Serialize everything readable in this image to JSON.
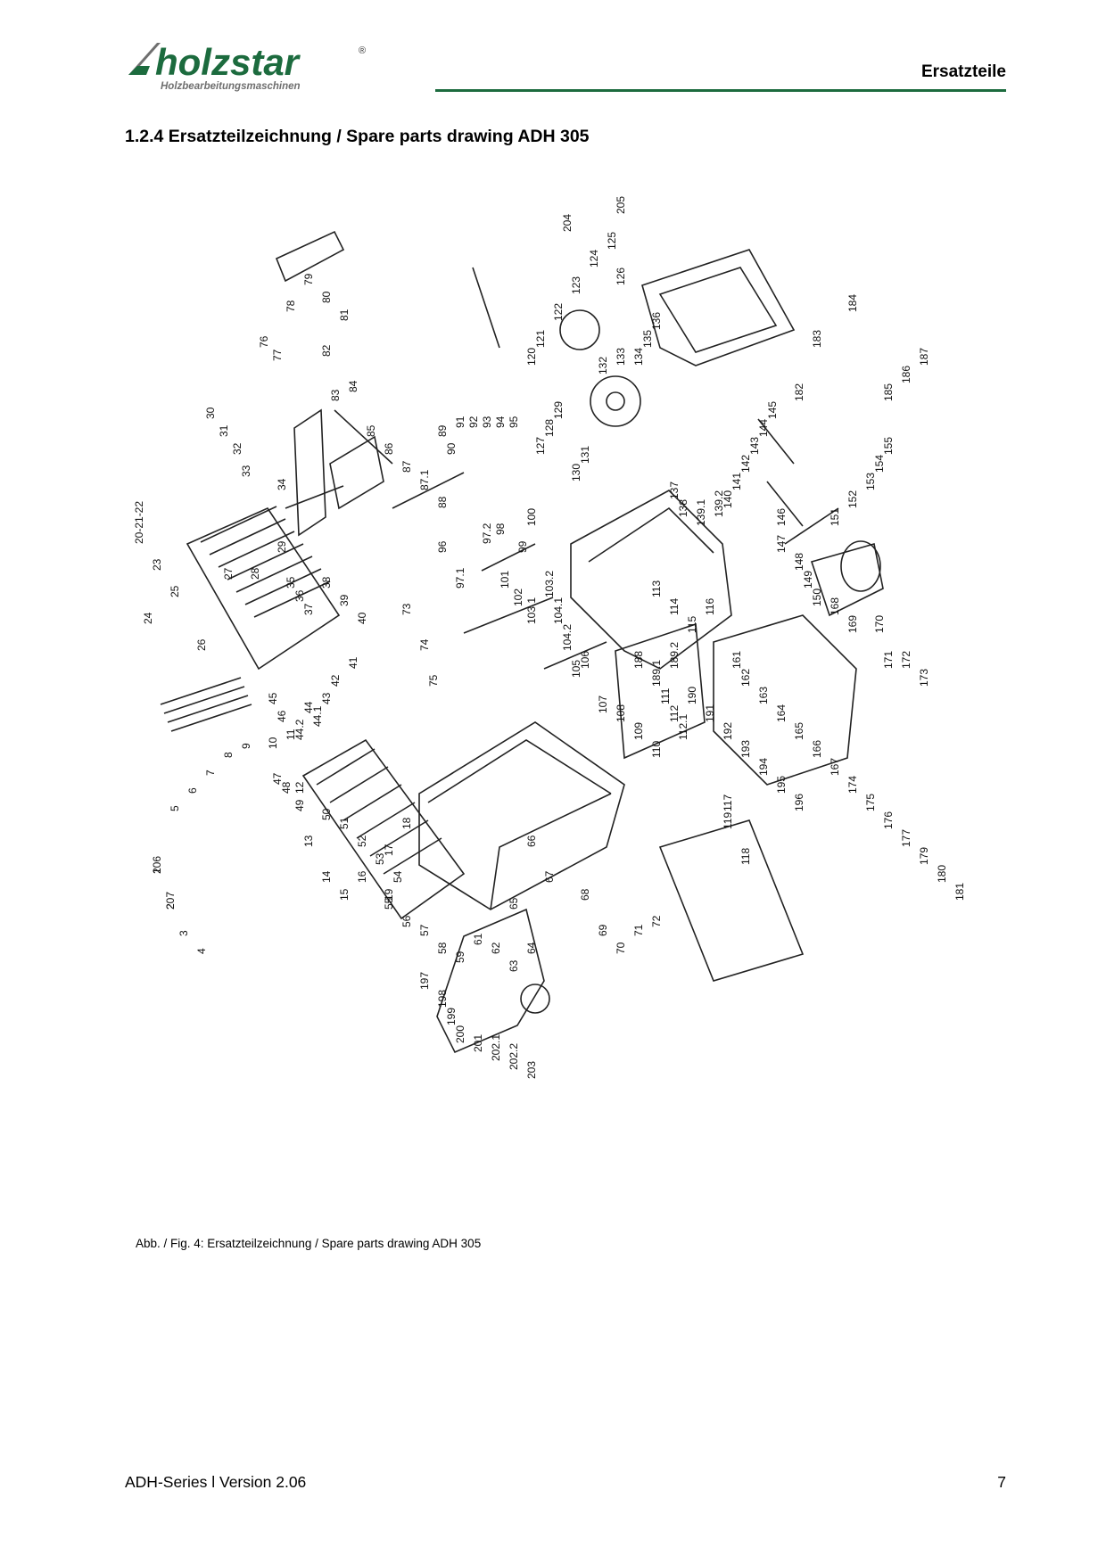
{
  "header": {
    "brand_name": "holzstar",
    "brand_registered": "®",
    "brand_tagline": "Holzbearbeitungsmaschinen",
    "section_title": "Ersatzteile",
    "accent_color": "#1c6b3e"
  },
  "page_title": "1.2.4 Ersatzteilzeichnung / Spare parts drawing ADH 305",
  "drawing": {
    "part_labels": [
      "1",
      "2",
      "3",
      "4",
      "5",
      "6",
      "7",
      "8",
      "9",
      "10",
      "11",
      "12",
      "13",
      "14",
      "15",
      "16",
      "17",
      "18",
      "19",
      "20-21-22",
      "23",
      "24",
      "25",
      "26",
      "27",
      "28",
      "29",
      "30",
      "31",
      "32",
      "33",
      "34",
      "35",
      "36",
      "37",
      "38",
      "39",
      "40",
      "41",
      "42",
      "43",
      "44",
      "44.1",
      "44.2",
      "45",
      "46",
      "47",
      "48",
      "49",
      "50",
      "51",
      "52",
      "53",
      "54",
      "55",
      "56",
      "57",
      "58",
      "59",
      "61",
      "62",
      "63",
      "64",
      "65",
      "66",
      "67",
      "68",
      "69",
      "70",
      "71",
      "72",
      "73",
      "74",
      "75",
      "76",
      "77",
      "78",
      "79",
      "80",
      "81",
      "82",
      "83",
      "84",
      "85",
      "86",
      "87",
      "87.1",
      "88",
      "89",
      "90",
      "91",
      "92",
      "93",
      "94",
      "95",
      "96",
      "97.1",
      "97.2",
      "98",
      "99",
      "100",
      "101",
      "102",
      "103.1",
      "103.2",
      "104.1",
      "104.2",
      "105",
      "106",
      "107",
      "108",
      "109",
      "110",
      "111",
      "112",
      "112.1",
      "113",
      "114",
      "115",
      "116",
      "117",
      "118",
      "119",
      "120",
      "121",
      "122",
      "123",
      "124",
      "125",
      "126",
      "127",
      "128",
      "129",
      "130",
      "131",
      "132",
      "133",
      "134",
      "135",
      "136",
      "137",
      "138",
      "139.1",
      "139.2",
      "140",
      "141",
      "142",
      "143",
      "144",
      "145",
      "146",
      "147",
      "148",
      "149",
      "150",
      "151",
      "152",
      "153",
      "154",
      "155",
      "161",
      "162",
      "163",
      "164",
      "165",
      "166",
      "167",
      "168",
      "169",
      "170",
      "171",
      "172",
      "173",
      "174",
      "175",
      "176",
      "177",
      "179",
      "180",
      "181",
      "182",
      "183",
      "184",
      "185",
      "186",
      "187",
      "188",
      "189.1",
      "189.2",
      "190",
      "191",
      "192",
      "193",
      "194",
      "195",
      "196",
      "197",
      "198",
      "199",
      "200",
      "201",
      "202.1",
      "202.2",
      "203",
      "204",
      "205",
      "206",
      "207"
    ]
  },
  "caption": "Abb. / Fig. 4: Ersatzteilzeichnung / Spare parts drawing ADH 305",
  "footer": {
    "doc_version": "ADH-Series l Version 2.06",
    "page_number": "7"
  }
}
